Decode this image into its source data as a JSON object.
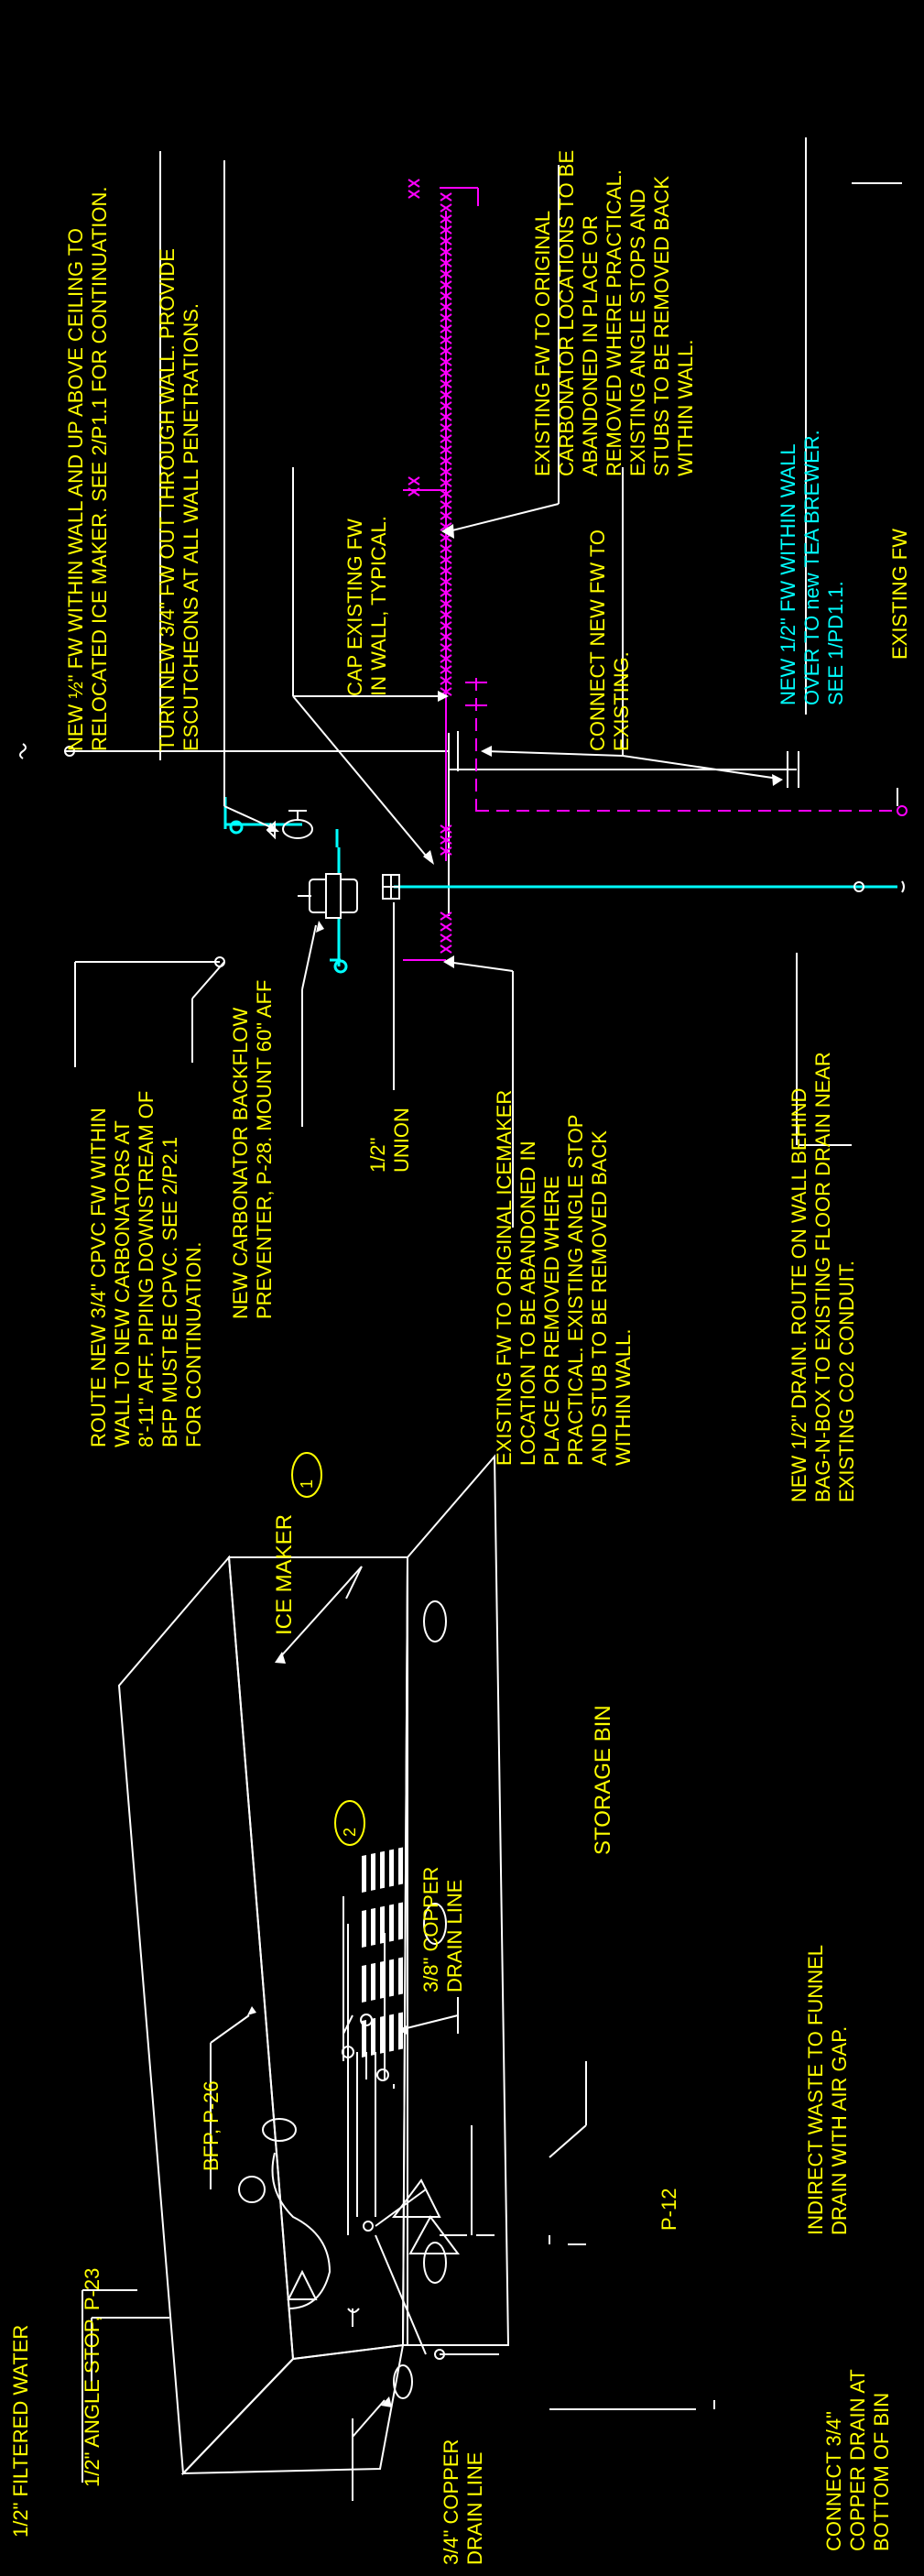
{
  "colors": {
    "background": "#000000",
    "linework": "#ffffff",
    "annotation": "#ffff00",
    "new_water": "#00ffff",
    "existing_abandoned": "#ff00ff"
  },
  "upper_notes": {
    "new_fw_ceiling": [
      "NEW ½\" FW WITHIN WALL AND UP ABOVE CEILING TO",
      "RELOCATED ICE MAKER.  SEE 2/P1.1 FOR CONTINUATION."
    ],
    "turn_new_fw": [
      "TURN NEW 3/4\" FW OUT THROUGH WALL.  PROVIDE",
      "ESCUTCHEONS AT ALL WALL PENETRATIONS."
    ],
    "existing_carbonator": [
      "EXISTING FW TO ORIGINAL",
      "CARBONATOR LOCATIONS TO BE",
      "ABANDONED IN PLACE OR",
      "REMOVED WHERE PRACTICAL.",
      "EXISTING ANGLE STOPS AND",
      "STUBS TO BE REMOVED BACK",
      "WITHIN WALL."
    ],
    "new_tea_brewer": [
      "NEW 1/2\" FW WITHIN WALL",
      "OVER TO new TEA BREWER.",
      "SEE 1/PD1.1."
    ],
    "cap_existing": [
      "CAP EXISTING FW",
      "IN WALL, TYPICAL."
    ],
    "connect_new": [
      "CONNECT NEW FW TO",
      "EXISTING."
    ],
    "existing_fw": [
      "EXISTING FW"
    ],
    "route_cpvc": [
      "ROUTE  NEW  3/4\" CPVC FW WITHIN",
      "WALL  TO NEW CARBONATORS AT",
      "8'-11\" AFF. PIPING DOWNSTREAM OF",
      "BFP MUST BE CPVC.  SEE 2/P2.1",
      "FOR CONTINUATION."
    ],
    "backflow": [
      "NEW CARBONATOR BACKFLOW",
      "PREVENTER, P-28.  MOUNT 60\" AFF"
    ],
    "union": [
      "1/2\"",
      "UNION"
    ],
    "existing_icemaker": [
      "EXISTING FW TO ORIGINAL ICEMAKER",
      "LOCATION TO BE ABANDONED IN",
      "PLACE OR REMOVED WHERE",
      "PRACTICAL. EXISTING ANGLE STOP",
      "AND STUB TO BE REMOVED BACK",
      "WITHIN WALL."
    ],
    "new_drain": [
      "NEW 1/2\" DRAIN.  ROUTE ON WALL BEHIND",
      "BAG-N-BOX TO EXISTING FLOOR DRAIN NEAR",
      "EXISTING CO2 CONDUIT."
    ]
  },
  "lower_notes": {
    "ice_maker": [
      "ICE MAKER"
    ],
    "ice_maker_tag": "1",
    "storage_bin": [
      "STORAGE BIN"
    ],
    "storage_bin_tag": "2",
    "bfp": [
      "BFP, P-26"
    ],
    "copper_38": [
      "3/8\" COPPER",
      "DRAIN LINE"
    ],
    "filtered_water": [
      "1/2\" FILTERED WATER"
    ],
    "angle_stop": [
      "1/2\" ANGLE STOP, P-23"
    ],
    "p12": [
      "P-12"
    ],
    "indirect_waste": [
      "INDIRECT WASTE TO FUNNEL",
      "DRAIN WITH AIR GAP."
    ],
    "copper_34": [
      "3/4\" COPPER",
      "DRAIN LINE"
    ],
    "connect_copper": [
      "CONNECT 3/4\"",
      "COPPER DRAIN AT",
      "BOTTOM OF BIN"
    ]
  }
}
